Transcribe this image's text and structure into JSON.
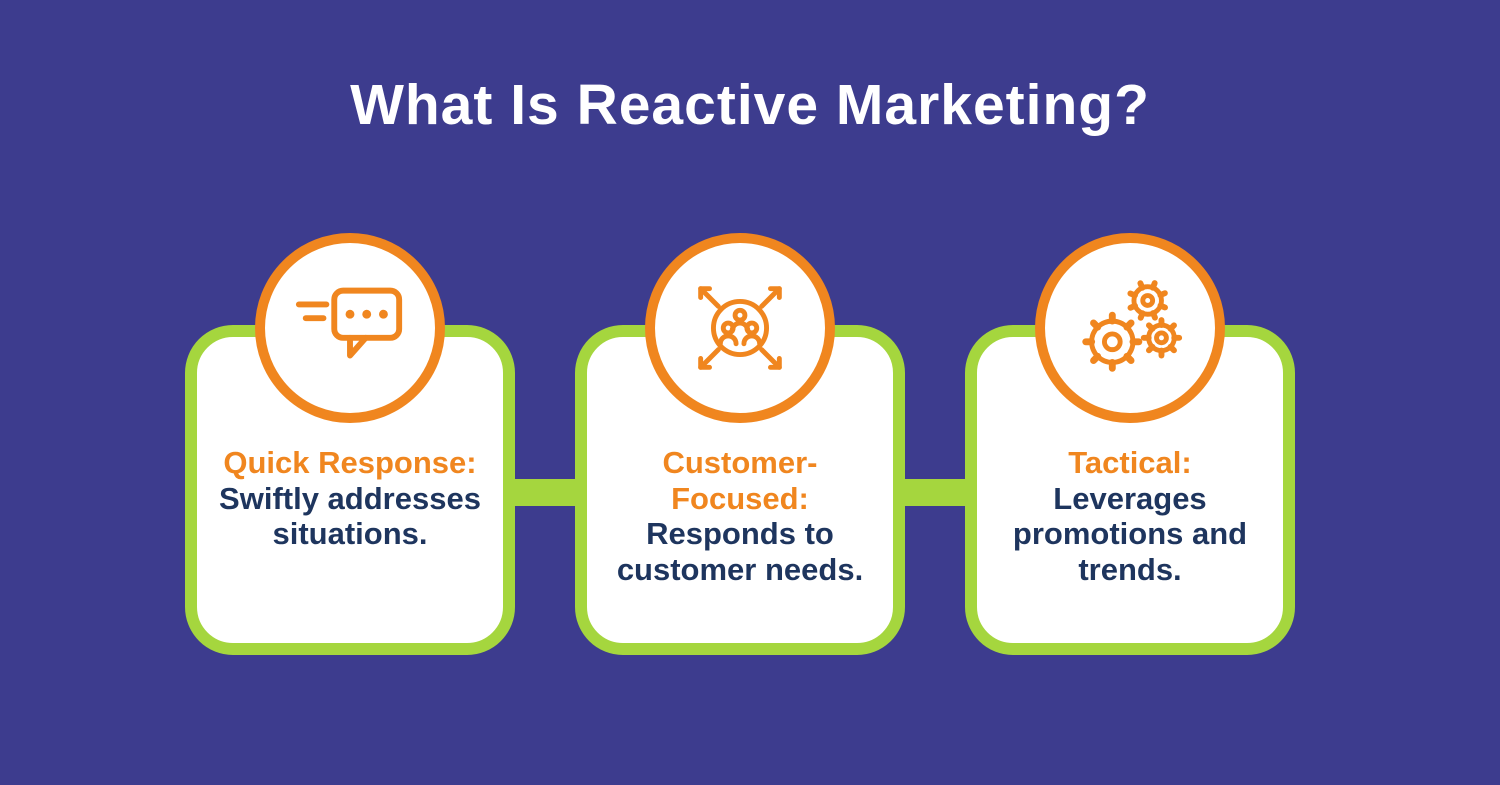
{
  "title": "What Is Reactive Marketing?",
  "colors": {
    "background": "#3d3c8e",
    "card_border": "#a5d63e",
    "card_bg": "#ffffff",
    "accent_orange": "#f0861f",
    "text_navy": "#1e355e",
    "title_color": "#ffffff"
  },
  "cards": [
    {
      "icon": "chat-bubble-icon",
      "heading": "Quick Response:",
      "body": "Swiftly addresses situations."
    },
    {
      "icon": "customer-focus-icon",
      "heading": "Customer-Focused:",
      "body": "Responds to customer needs."
    },
    {
      "icon": "gears-icon",
      "heading": "Tactical:",
      "body": "Leverages promotions and trends."
    }
  ]
}
